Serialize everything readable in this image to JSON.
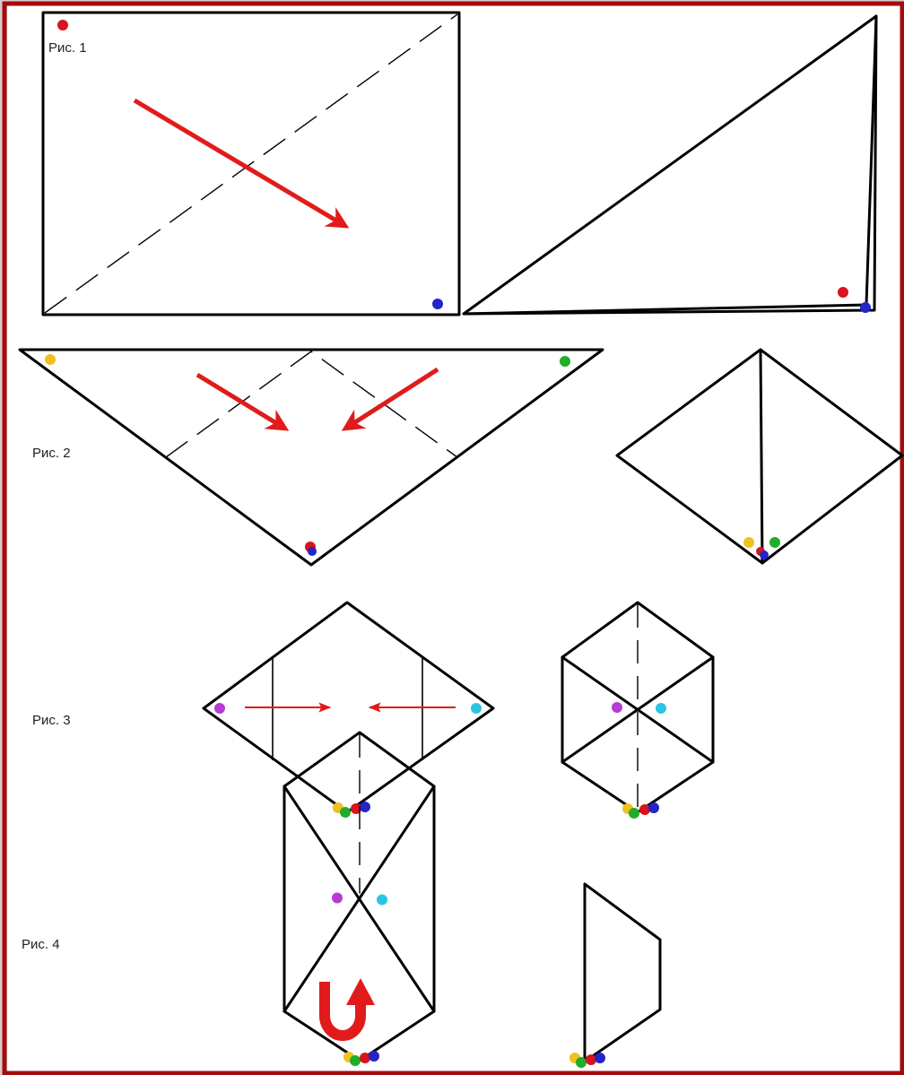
{
  "figures": [
    {
      "id": "fig1",
      "label": "Рис. 1"
    },
    {
      "id": "fig2",
      "label": "Рис. 2"
    },
    {
      "id": "fig3",
      "label": "Рис. 3"
    },
    {
      "id": "fig4",
      "label": "Рис. 4"
    }
  ],
  "colors": {
    "frame": "#a30c0c",
    "background": "#ffffff",
    "outer_background": "#d8c9c9",
    "line": "#000000",
    "arrow": "#e11b1b",
    "dot_red": "#d8141c",
    "dot_blue": "#2424c8",
    "dot_yellow": "#f0c020",
    "dot_green": "#1fad2a",
    "dot_purple": "#b43cd2",
    "dot_cyan": "#2cc4e4"
  }
}
